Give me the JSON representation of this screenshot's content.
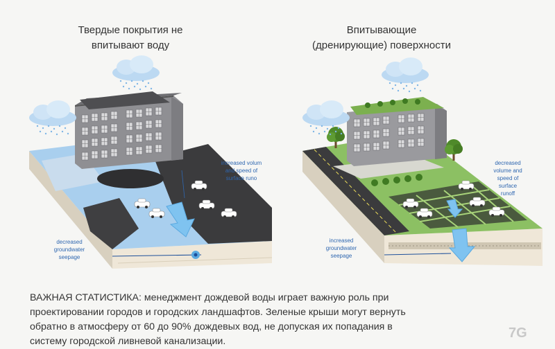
{
  "left": {
    "title_line1": "Твердые покрытия не",
    "title_line2": "впитывают воду",
    "label_runoff": [
      "increased volum",
      "and speed of",
      "surface runo"
    ],
    "label_ground": [
      "decreased",
      "groundwater",
      "seepage"
    ]
  },
  "right": {
    "title_line1": "Впитывающие",
    "title_line2": "(дренирующие) поверхности",
    "label_runoff": [
      "decreased",
      "volume and",
      "speed of",
      "surface",
      "runoff"
    ],
    "label_ground": [
      "increased",
      "groundwater",
      "seepage"
    ]
  },
  "statistic": {
    "line1": "ВАЖНАЯ СТАТИСТИКА: менеджмент дождевой воды играет важную роль при",
    "line2": "проектировании городов и городских ландшафтов.  Зеленые крыши могут вернуть",
    "line3": "обратно в атмосферу от 60 до 90% дождевых вод, не допуская их попадания в",
    "line4": "систему городской ливневой канализации."
  },
  "logo_text": "7G",
  "colors": {
    "water": "#a9cfee",
    "asphalt": "#3b3b3d",
    "grass": "#8cc063",
    "soil": "#efe7d8",
    "building": "#9a9a9e",
    "label_blue": "#2f67b0"
  }
}
